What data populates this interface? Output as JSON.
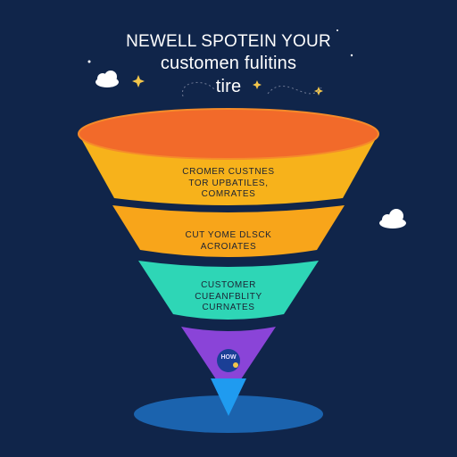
{
  "title": {
    "line1": "NEWELL SPOTEIN YOUR",
    "line2": "customen fulitins",
    "line3": "tire"
  },
  "stages": [
    {
      "lines": [
        "CROMER CUSTNES",
        "TOR UPBATILES,",
        "COMRATES"
      ],
      "color": "#f7b21b"
    },
    {
      "lines": [
        "CUT YOME DLSCK",
        "ACROIATES"
      ],
      "color": "#f8a51a"
    },
    {
      "lines": [
        "CUSTOMER",
        "CUEANFBLITY",
        "CURNATES"
      ],
      "color": "#2ed6b6"
    }
  ],
  "badge": {
    "label": "HOW"
  },
  "colors": {
    "background": "#10254a",
    "funnel_top": "#f26a2a",
    "stage1": "#f7b21b",
    "stage2": "#f8a51a",
    "stage3": "#2ed6b6",
    "stage4": "#8a44d8",
    "tip": "#1f9bf0",
    "shadow": "#1d6fc0"
  },
  "decorations": [
    "cloud-icon",
    "sparkle-icon",
    "dashed-trail"
  ]
}
